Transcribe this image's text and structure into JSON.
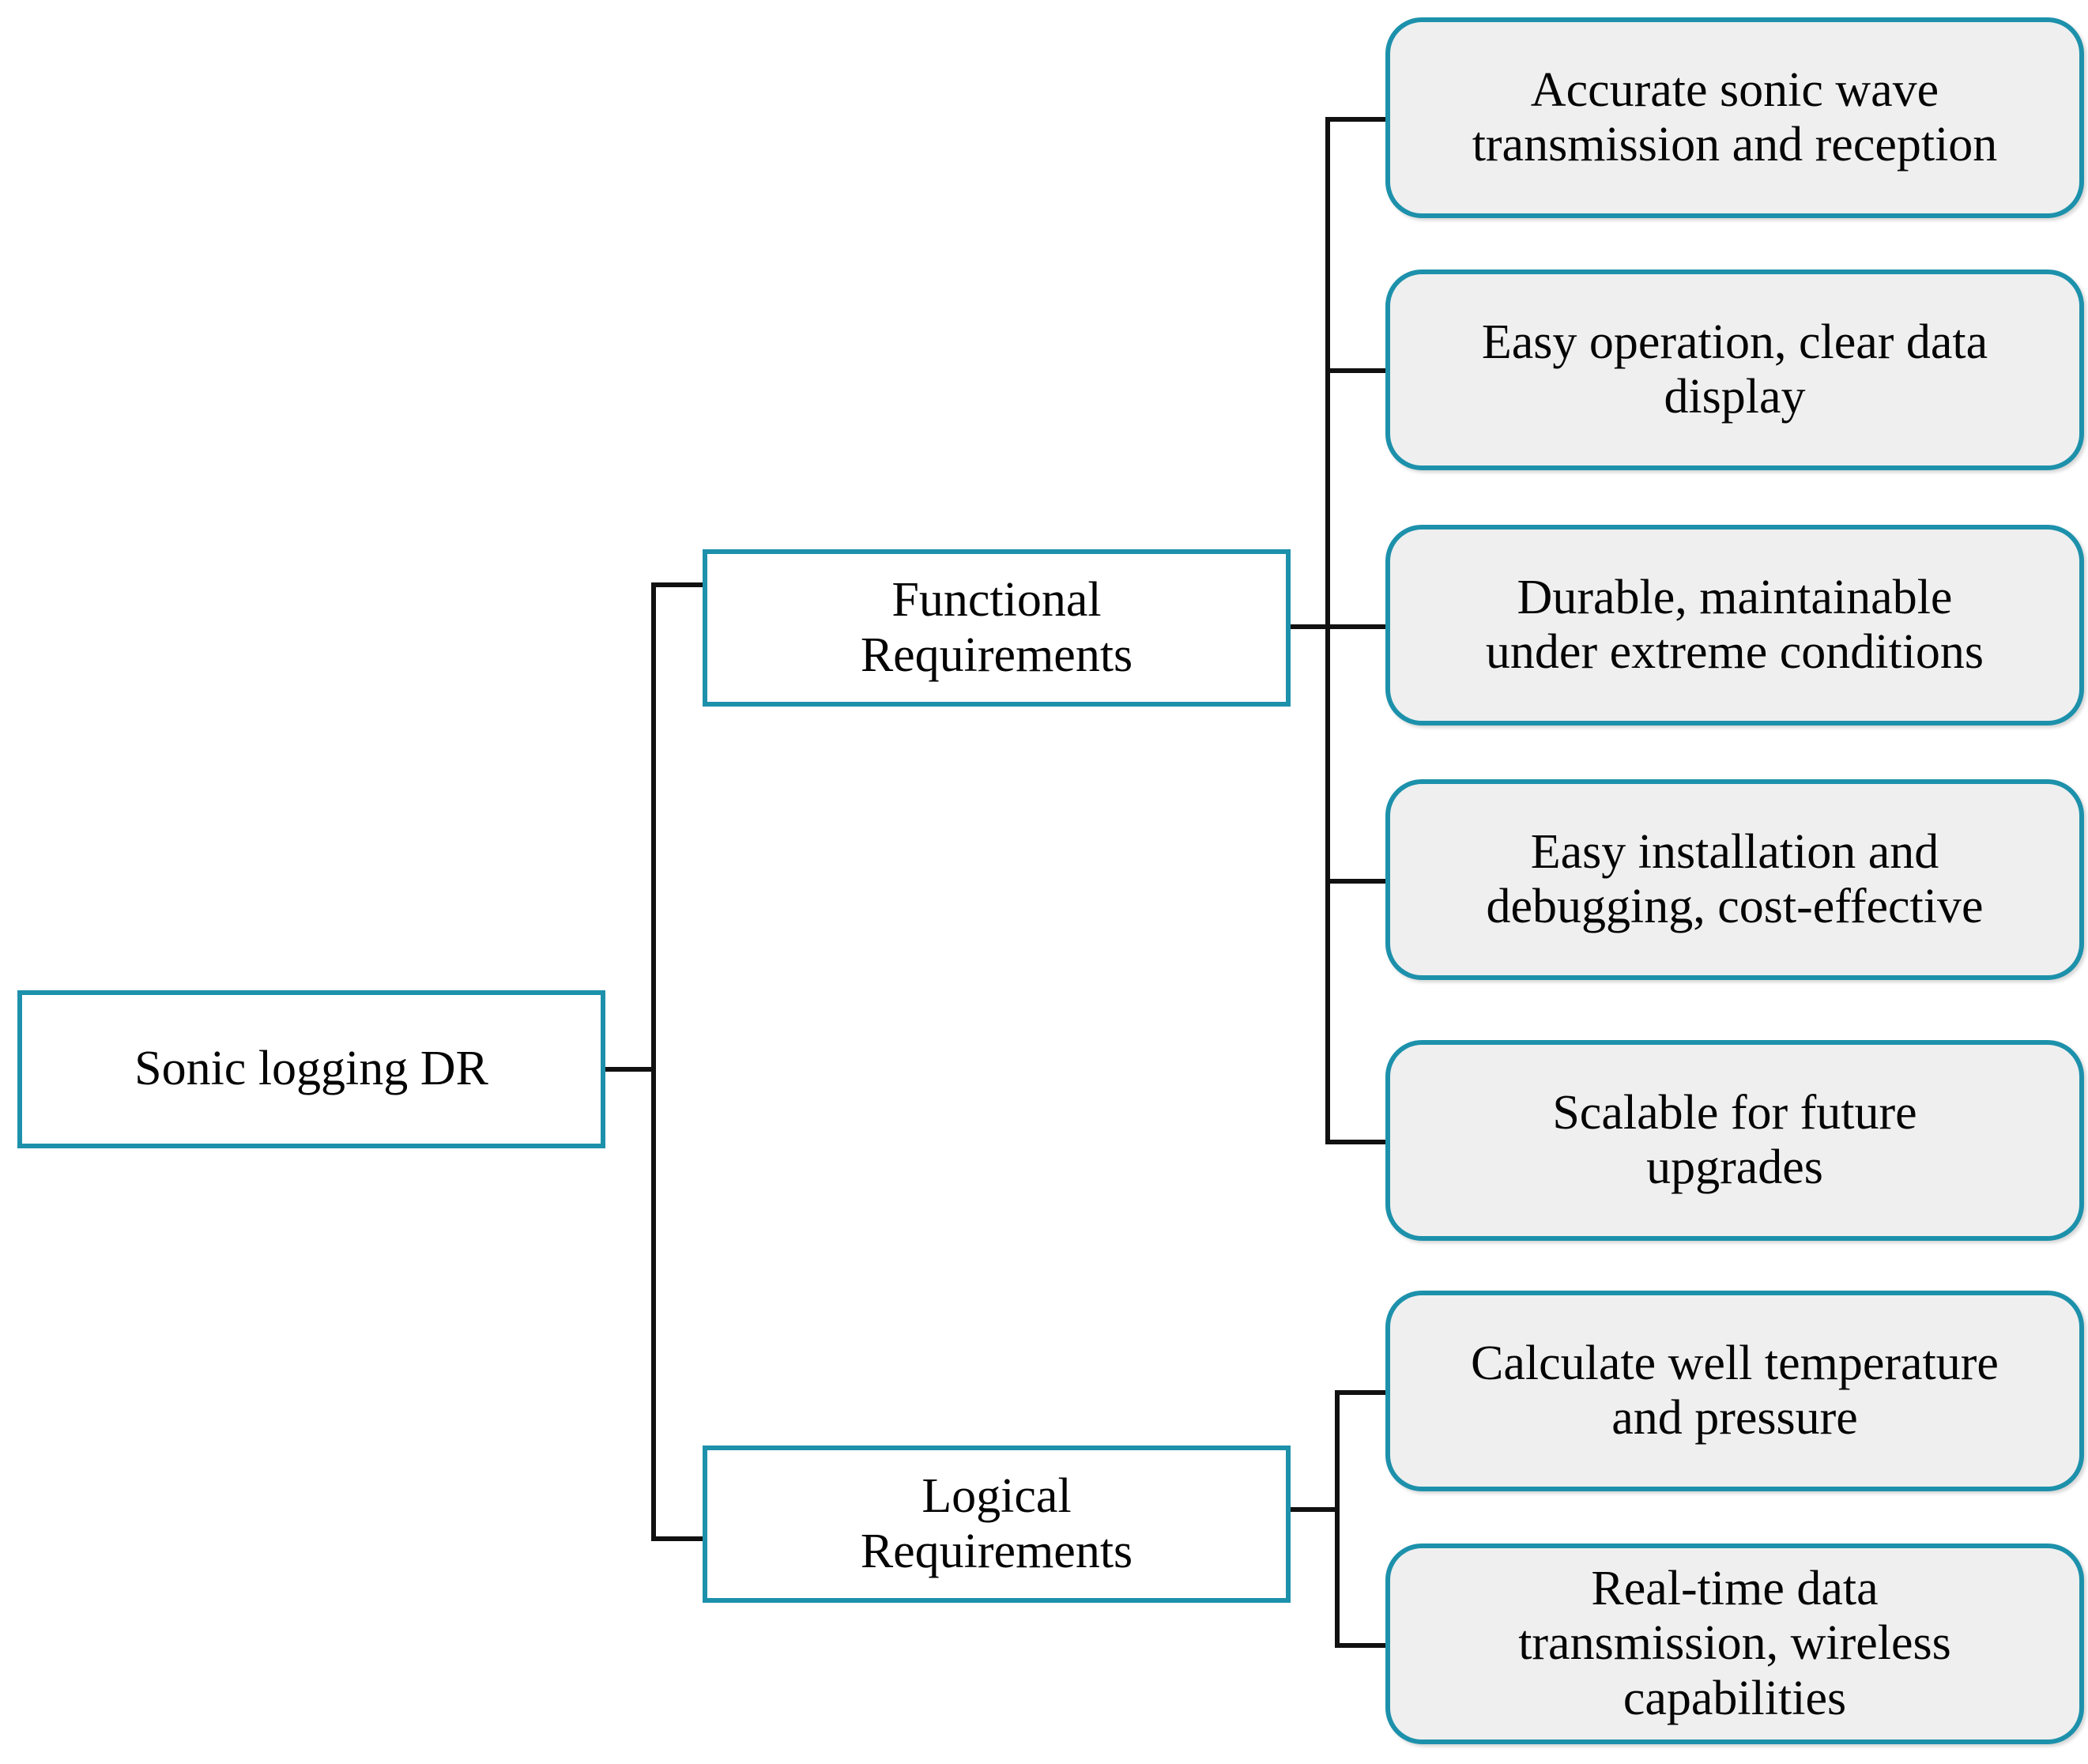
{
  "diagram": {
    "type": "tree",
    "orientation": "left-to-right",
    "accent_color": "#1d91ab",
    "leaf_fill_color": "#efefef",
    "root_fill_color": "#ffffff",
    "connector_color": "#111111",
    "root": {
      "id": "root",
      "label": "Sonic logging DR"
    },
    "branches": [
      {
        "id": "functional",
        "label": "Functional\nRequirements",
        "children": [
          {
            "id": "fr-1",
            "label": "Accurate sonic wave\ntransmission and reception"
          },
          {
            "id": "fr-2",
            "label": "Easy operation, clear data\ndisplay"
          },
          {
            "id": "fr-3",
            "label": "Durable, maintainable\nunder extreme conditions"
          },
          {
            "id": "fr-4",
            "label": "Easy installation and\ndebugging, cost-effective"
          },
          {
            "id": "fr-5",
            "label": "Scalable for future\nupgrades"
          }
        ]
      },
      {
        "id": "logical",
        "label": "Logical\nRequirements",
        "children": [
          {
            "id": "lr-1",
            "label": "Calculate well temperature\nand pressure"
          },
          {
            "id": "lr-2",
            "label": "Real-time data\ntransmission, wireless\ncapabilities"
          }
        ]
      }
    ]
  }
}
